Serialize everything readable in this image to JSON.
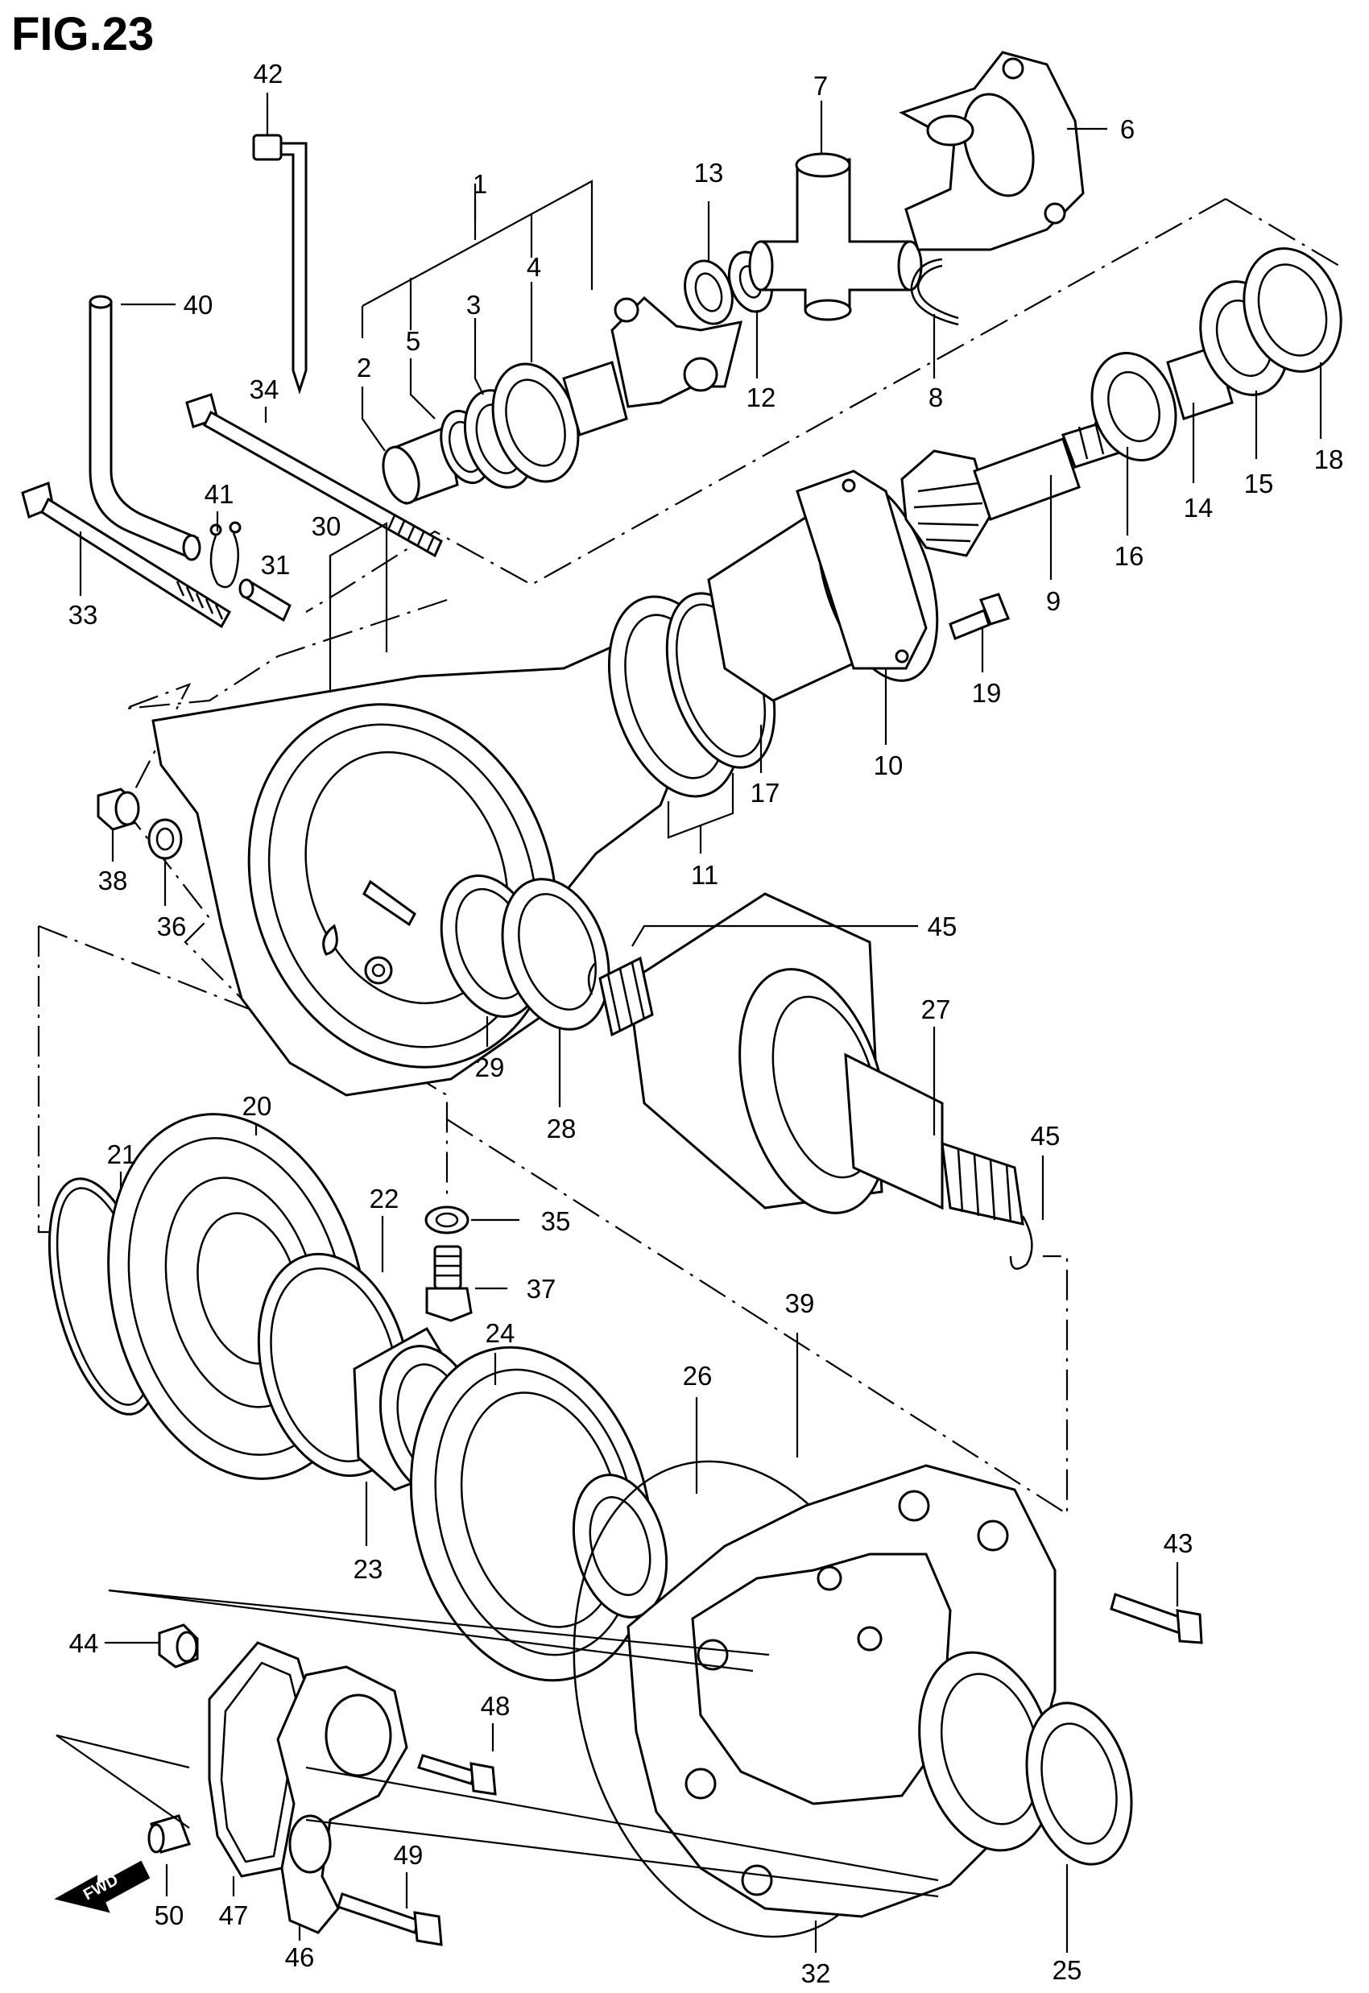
{
  "figure_title": "FIG.23",
  "fwd_label": "FWD",
  "callouts": {
    "p1": "1",
    "p2": "2",
    "p3": "3",
    "p4": "4",
    "p5": "5",
    "p6": "6",
    "p7": "7",
    "p8": "8",
    "p9": "9",
    "p10": "10",
    "p11": "11",
    "p12": "12",
    "p13": "13",
    "p14": "14",
    "p15": "15",
    "p16": "16",
    "p17": "17",
    "p18": "18",
    "p19": "19",
    "p20": "20",
    "p21": "21",
    "p22": "22",
    "p23": "23",
    "p24": "24",
    "p25": "25",
    "p26": "26",
    "p27": "27",
    "p28": "28",
    "p29": "29",
    "p30": "30",
    "p31": "31",
    "p32": "32",
    "p33": "33",
    "p34": "34",
    "p35": "35",
    "p36": "36",
    "p37": "37",
    "p38": "38",
    "p39": "39",
    "p40": "40",
    "p41": "41",
    "p42": "42",
    "p43": "43",
    "p44": "44",
    "p45a": "45",
    "p45b": "45",
    "p46": "46",
    "p47": "47",
    "p48": "48",
    "p49": "49",
    "p50": "50"
  }
}
